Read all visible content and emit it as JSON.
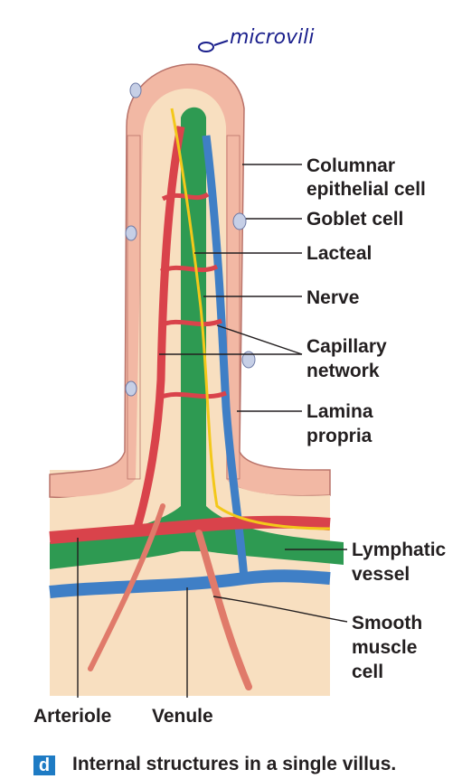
{
  "annotation": {
    "handwritten": "microvili"
  },
  "labels": {
    "columnar_1": "Columnar",
    "columnar_2": "epithelial cell",
    "goblet": "Goblet cell",
    "lacteal": "Lacteal",
    "nerve": "Nerve",
    "capillary_1": "Capillary",
    "capillary_2": "network",
    "lamina_1": "Lamina",
    "lamina_2": "propria",
    "lymphatic_1": "Lymphatic",
    "lymphatic_2": "vessel",
    "smooth_1": "Smooth",
    "smooth_2": "muscle",
    "smooth_3": "cell",
    "arteriole": "Arteriole",
    "venule": "Venule"
  },
  "caption": {
    "letter": "d",
    "text": "Internal structures in a single villus."
  },
  "colors": {
    "epithelium": "#f2b8a4",
    "lamina": "#f8dfc0",
    "artery": "#d9434b",
    "vein": "#3f7fc6",
    "lacteal": "#2e9a52",
    "nerve": "#f3c81a",
    "muscle": "#e07a6a",
    "label_text": "#231f20",
    "caption_box": "#1e7bc4"
  }
}
